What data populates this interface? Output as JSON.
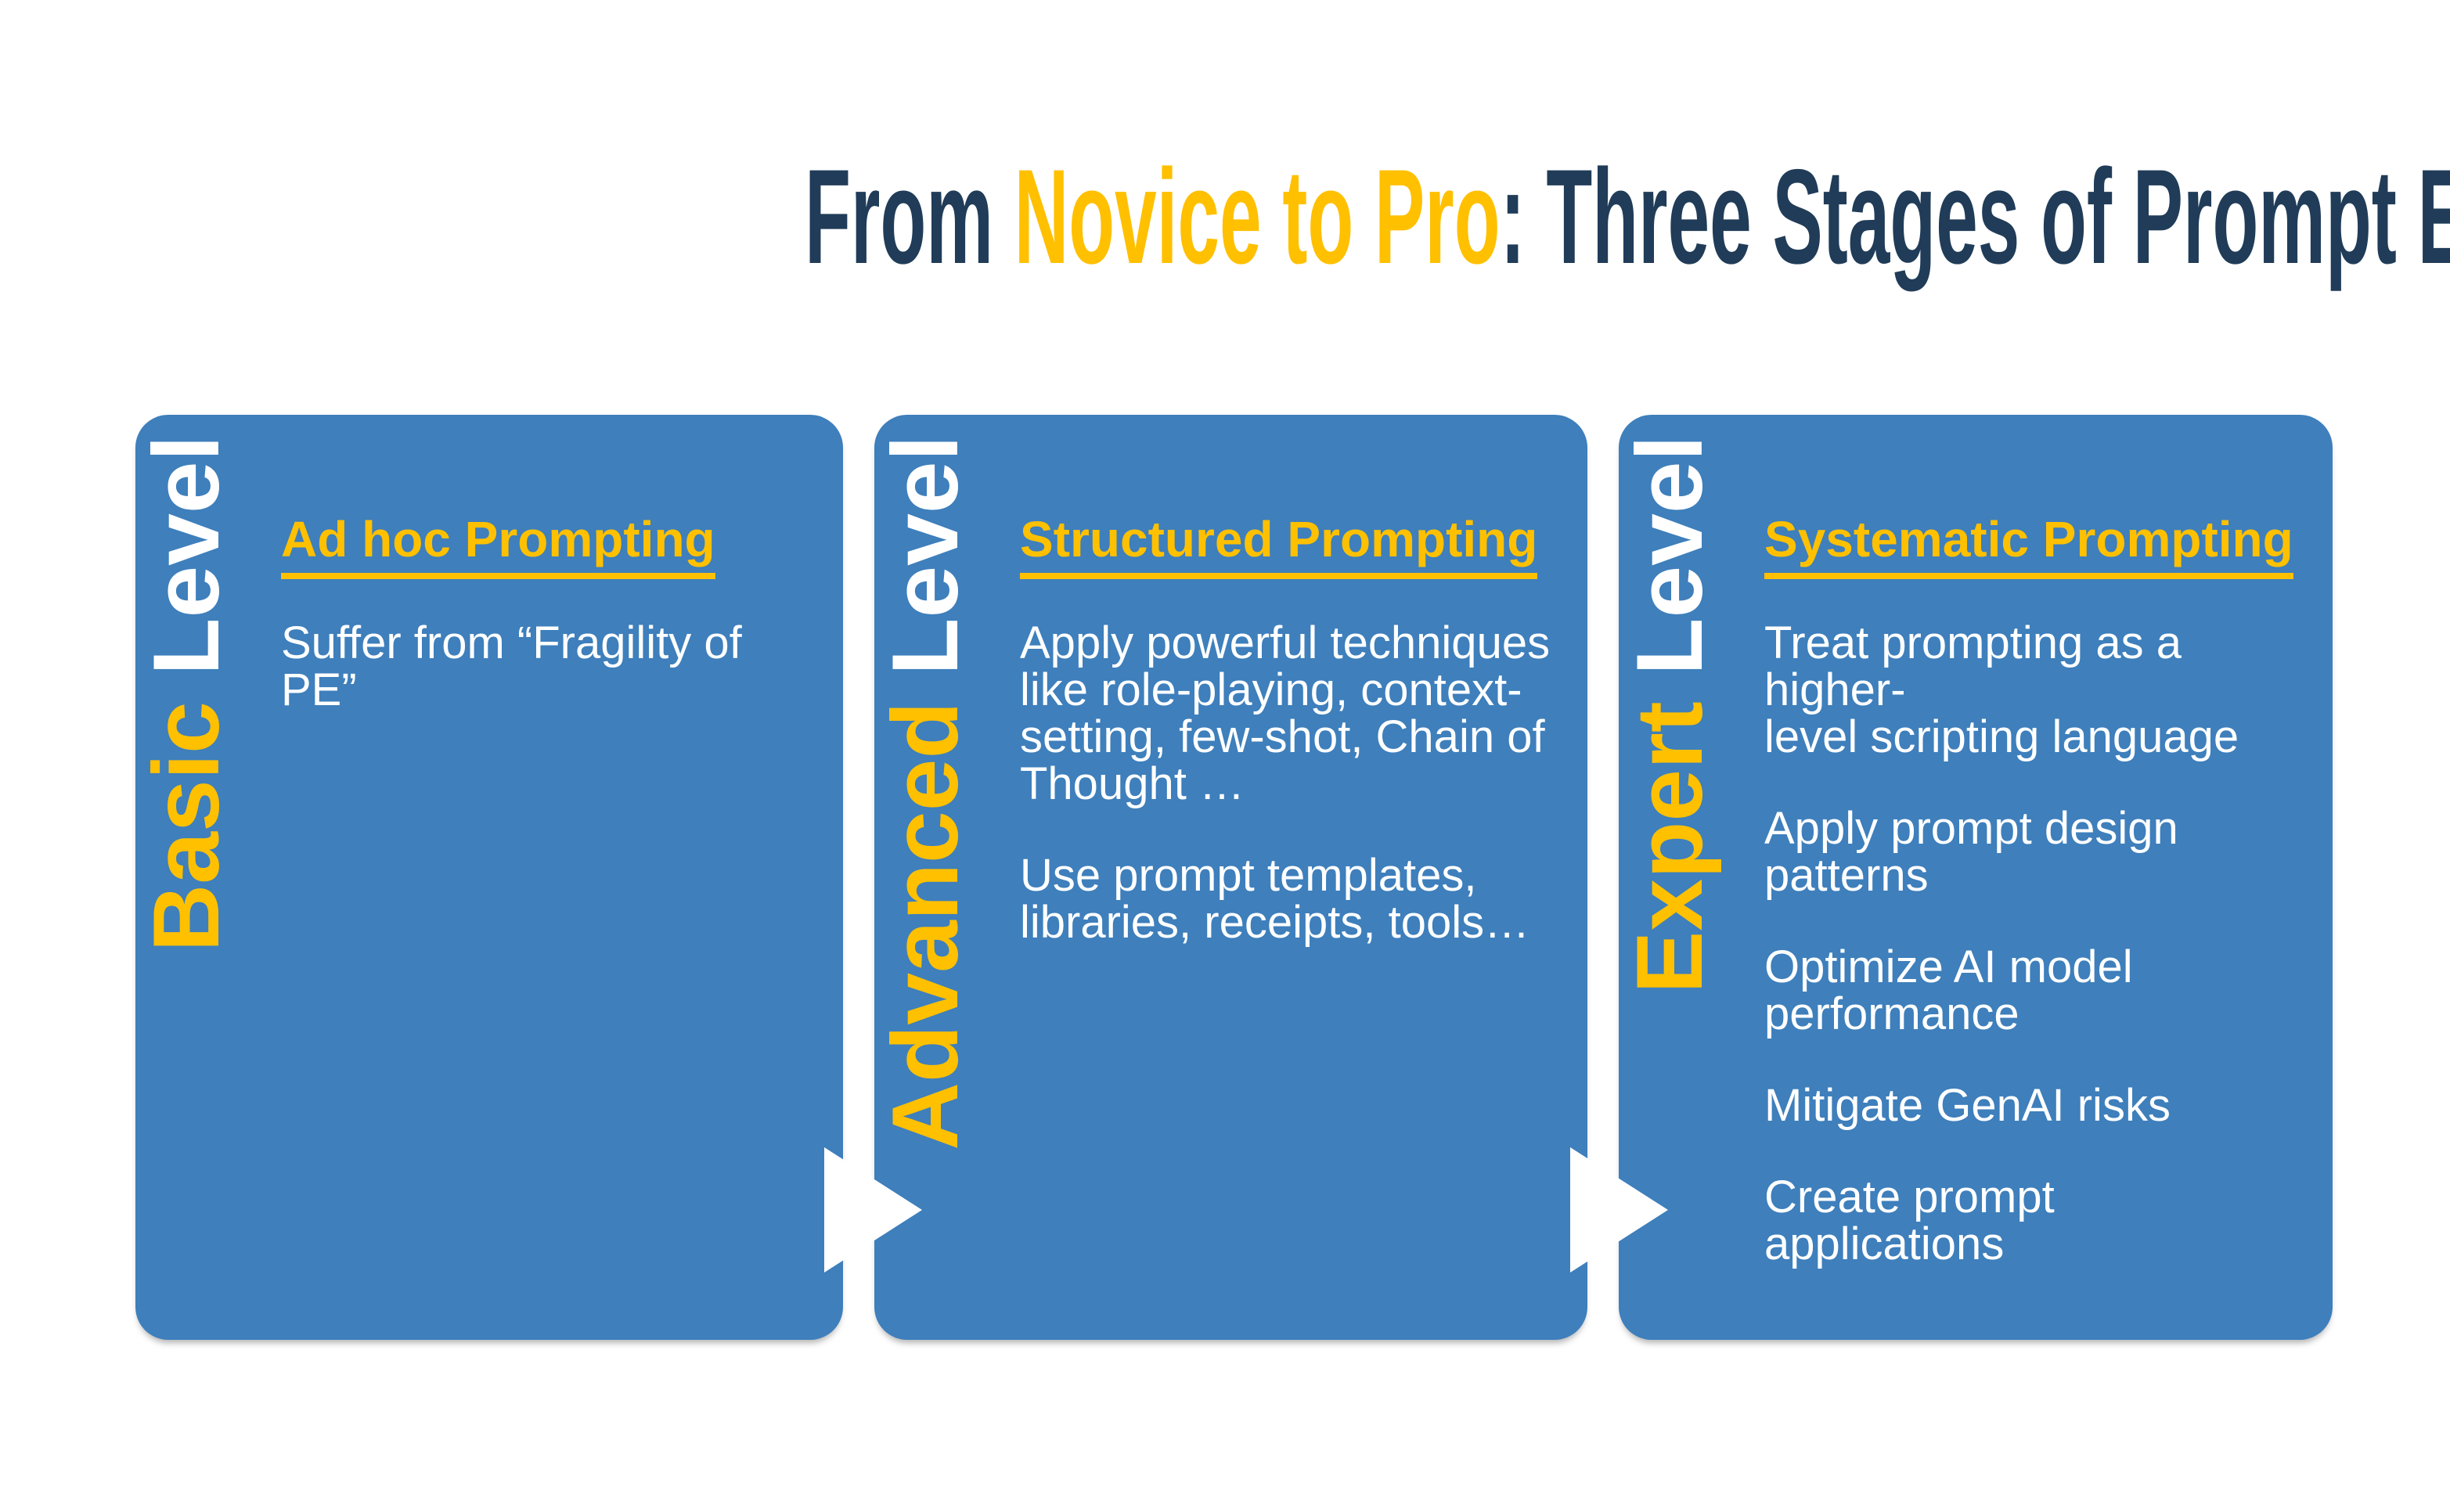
{
  "title": {
    "prefix": "From ",
    "highlight": "Novice to Pro",
    "suffix": ": Three Stages of Prompt Engineering"
  },
  "colors": {
    "card_blue": "#3E7FBC",
    "accent_gold": "#FFC000",
    "title_navy": "#203C58",
    "text_white": "#FFFFFF"
  },
  "icons": {
    "arrow_between_stages": "right-arrow"
  },
  "cards": [
    {
      "level_name": "Basic",
      "level_word": "Level",
      "heading": "Ad hoc Prompting",
      "paragraphs": [
        "Suffer from “Fragility of PE”"
      ]
    },
    {
      "level_name": "Advanced",
      "level_word": "Level",
      "heading": "Structured Prompting",
      "paragraphs": [
        "Apply powerful techniques\nlike role-playing, context-\nsetting, few-shot, Chain of\nThought …",
        "Use prompt templates,\nlibraries, receipts, tools…"
      ]
    },
    {
      "level_name": "Expert",
      "level_word": "Level",
      "heading": "Systematic Prompting",
      "paragraphs": [
        "Treat prompting as a higher-\nlevel scripting language",
        "Apply prompt design\npatterns",
        "Optimize AI model\nperformance",
        "Mitigate GenAI risks",
        "Create prompt applications"
      ]
    }
  ]
}
